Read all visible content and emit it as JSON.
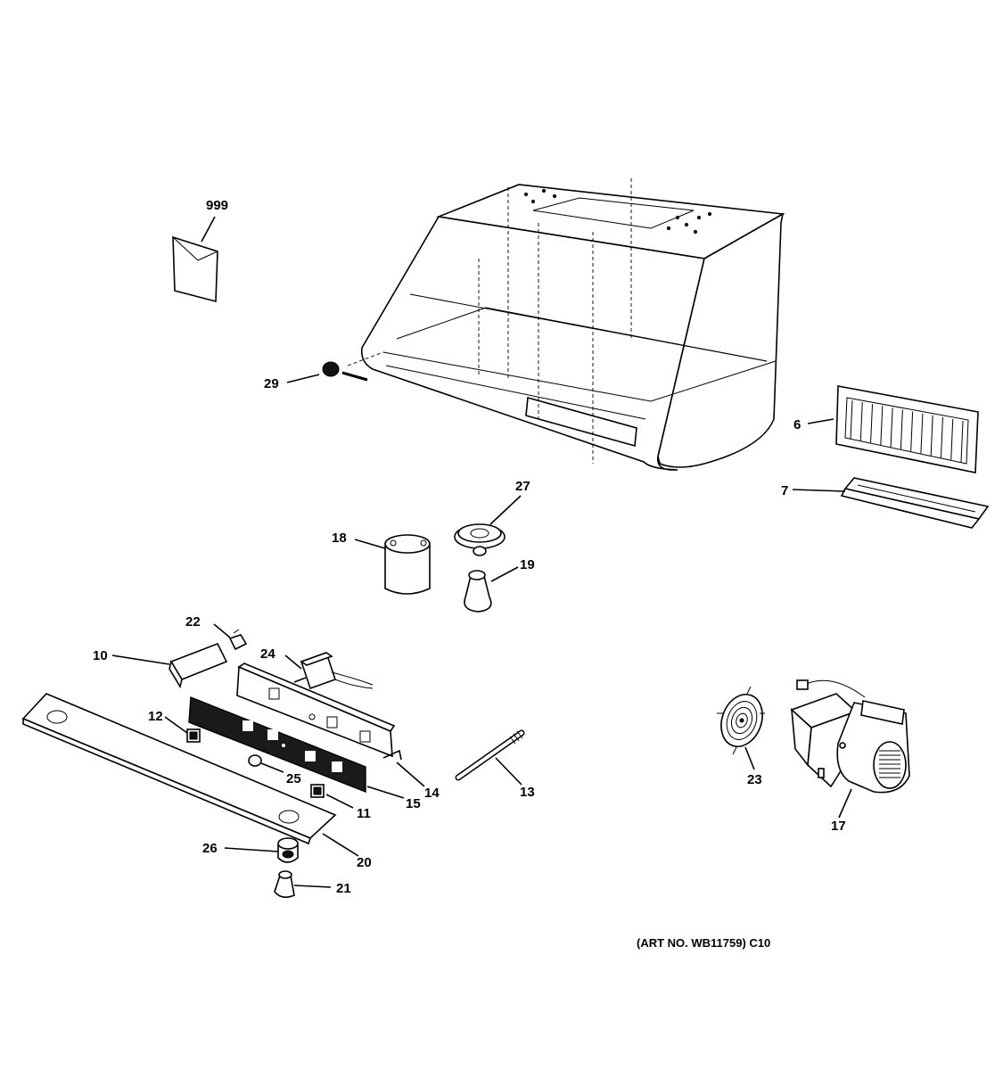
{
  "callouts": {
    "c999": "999",
    "c29": "29",
    "c6": "6",
    "c7": "7",
    "c27": "27",
    "c18": "18",
    "c19": "19",
    "c22": "22",
    "c10": "10",
    "c24": "24",
    "c12": "12",
    "c25": "25",
    "c11": "11",
    "c15": "15",
    "c14": "14",
    "c13": "13",
    "c23": "23",
    "c17": "17",
    "c26": "26",
    "c20": "20",
    "c21": "21"
  },
  "art_number": "(ART NO. WB11759) C10"
}
